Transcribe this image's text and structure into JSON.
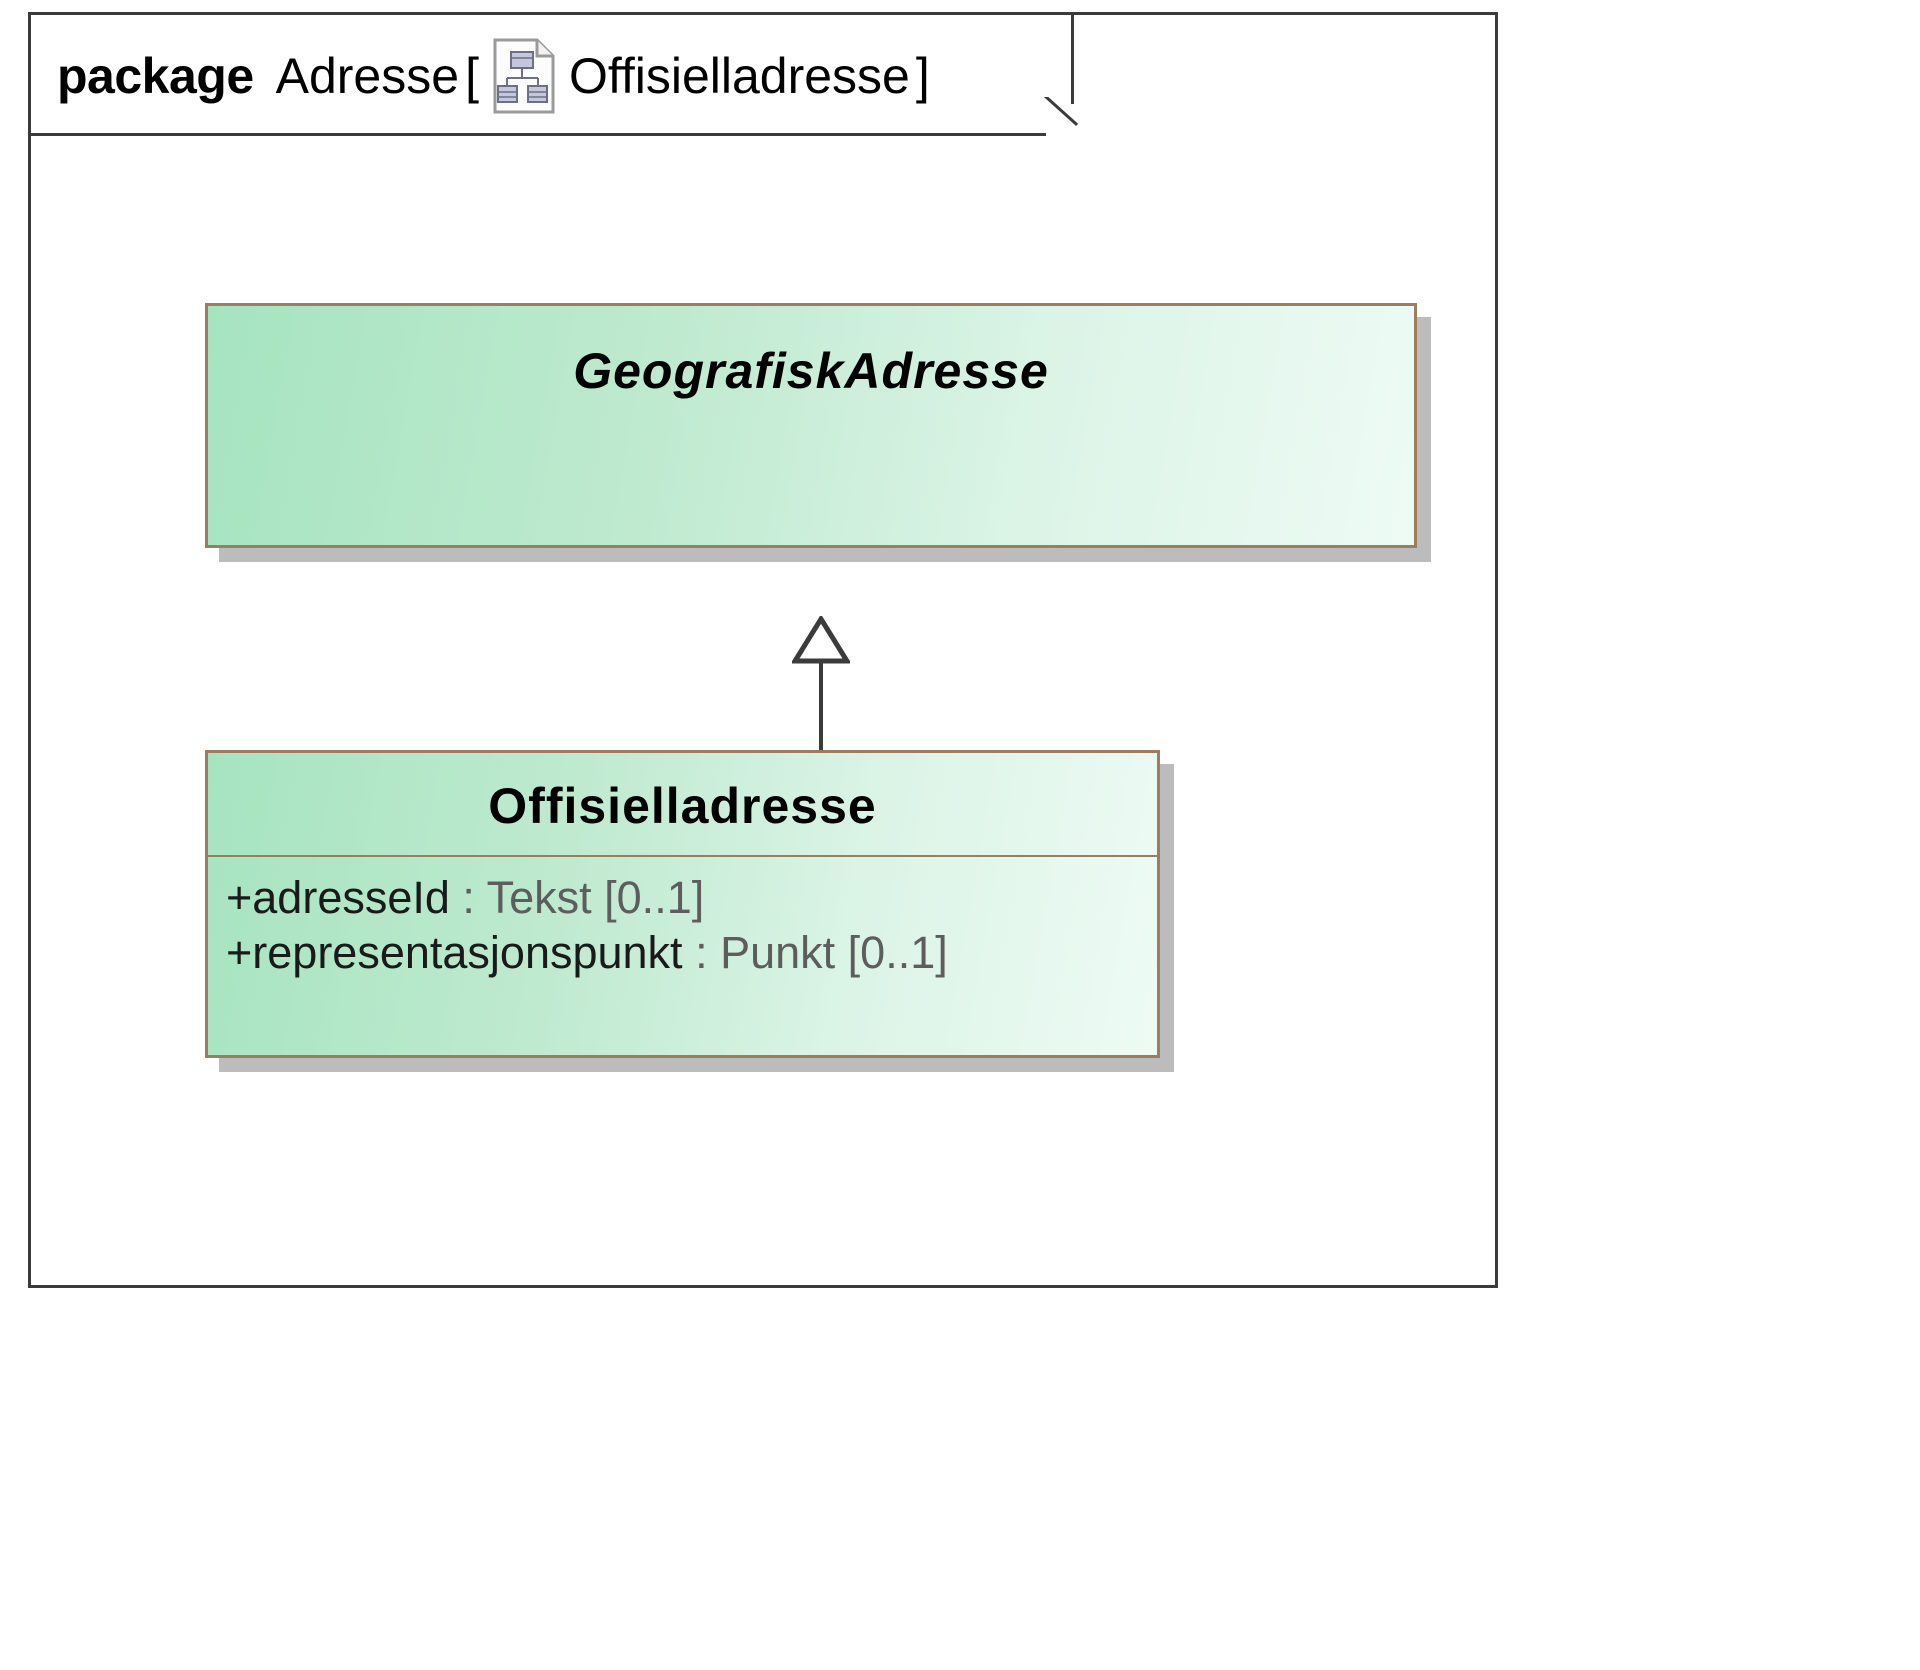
{
  "package": {
    "keyword": "package",
    "name": "Adresse",
    "bracket_open": "[",
    "bracket_close": "]",
    "diagram_icon": "class-diagram-document-icon",
    "diagram_name": "Offisielladresse"
  },
  "classes": [
    {
      "id": "GeografiskAdresse",
      "name": "GeografiskAdresse",
      "stereotype": "abstract",
      "attributes": []
    },
    {
      "id": "Offisielladresse",
      "name": "Offisielladresse",
      "stereotype": "class",
      "attributes": [
        {
          "visibility": "+",
          "name": "adresseId",
          "separator": " : ",
          "type": "Tekst",
          "multiplicity": "[0..1]"
        },
        {
          "visibility": "+",
          "name": "representasjonspunkt",
          "separator": " : ",
          "type": "Punkt",
          "multiplicity": "[0..1]"
        }
      ]
    }
  ],
  "relationships": [
    {
      "type": "generalization",
      "source": "Offisielladresse",
      "target": "GeografiskAdresse",
      "arrow": "hollow-triangle"
    }
  ],
  "colors": {
    "class_border": "#9c7d5e",
    "class_fill_start": "#a6e4c0",
    "class_fill_end": "#eefbf5",
    "frame_border": "#3b3b3b",
    "shadow": "#bcbcbc",
    "attribute_name": "#1a1a1a",
    "attribute_type": "#5d5d5d",
    "background": "#ffffff"
  },
  "attr_text": {
    "line1": "+adresseId : Tekst [0..1]",
    "line2": "+representasjonspunkt : Punkt [0..1]"
  }
}
